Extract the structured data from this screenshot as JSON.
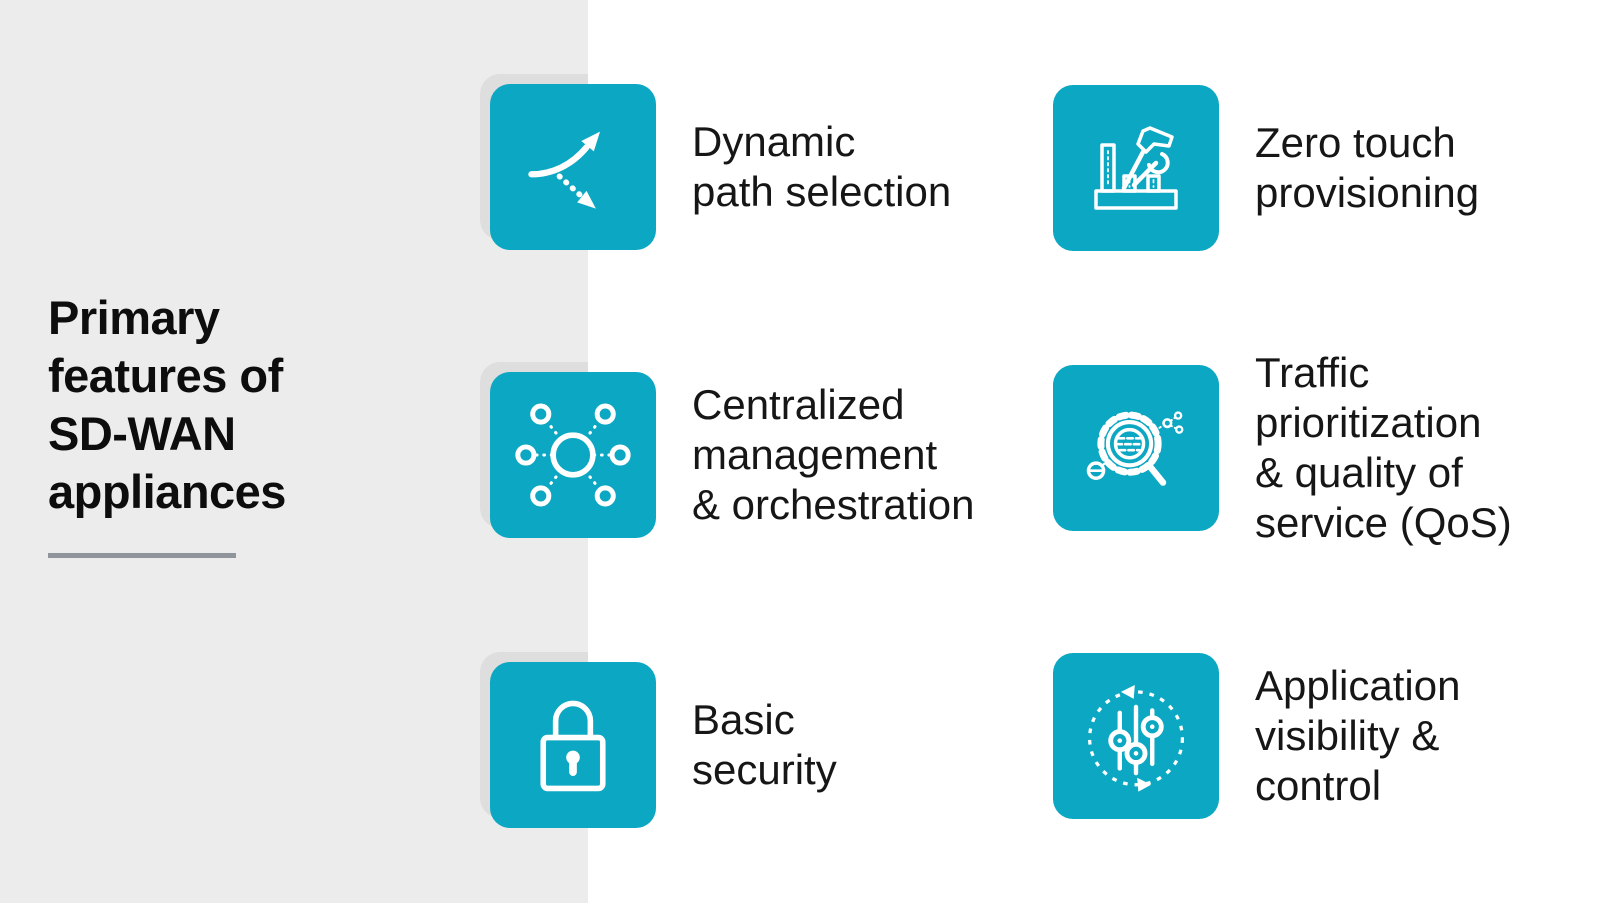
{
  "title": {
    "lines": [
      "Primary",
      "features of",
      "SD-WAN",
      "appliances"
    ]
  },
  "features": [
    {
      "id": "dynamic-path-selection",
      "icon": "curved-arrows-icon",
      "lines": [
        "Dynamic",
        "path selection"
      ]
    },
    {
      "id": "zero-touch-provisioning",
      "icon": "tools-icon",
      "lines": [
        "Zero touch",
        "provisioning"
      ]
    },
    {
      "id": "centralized-management-orchestration",
      "icon": "hub-network-icon",
      "lines": [
        "Centralized",
        "management",
        "& orchestration"
      ]
    },
    {
      "id": "traffic-prioritization-qos",
      "icon": "gear-magnifier-icon",
      "lines": [
        "Traffic",
        "prioritization",
        "& quality of",
        "service (QoS)"
      ]
    },
    {
      "id": "basic-security",
      "icon": "padlock-icon",
      "lines": [
        "Basic",
        "security"
      ]
    },
    {
      "id": "application-visibility-control",
      "icon": "sliders-rotation-icon",
      "lines": [
        "Application",
        "visibility &",
        "control"
      ]
    }
  ],
  "colors": {
    "tile": "#0CA7C2",
    "panel": "#ECECEC",
    "shadow": "#DEDEDE",
    "text": "#161616",
    "title": "#0D0D0D",
    "underline": "#90959B",
    "icon": "#FFFFFF"
  }
}
